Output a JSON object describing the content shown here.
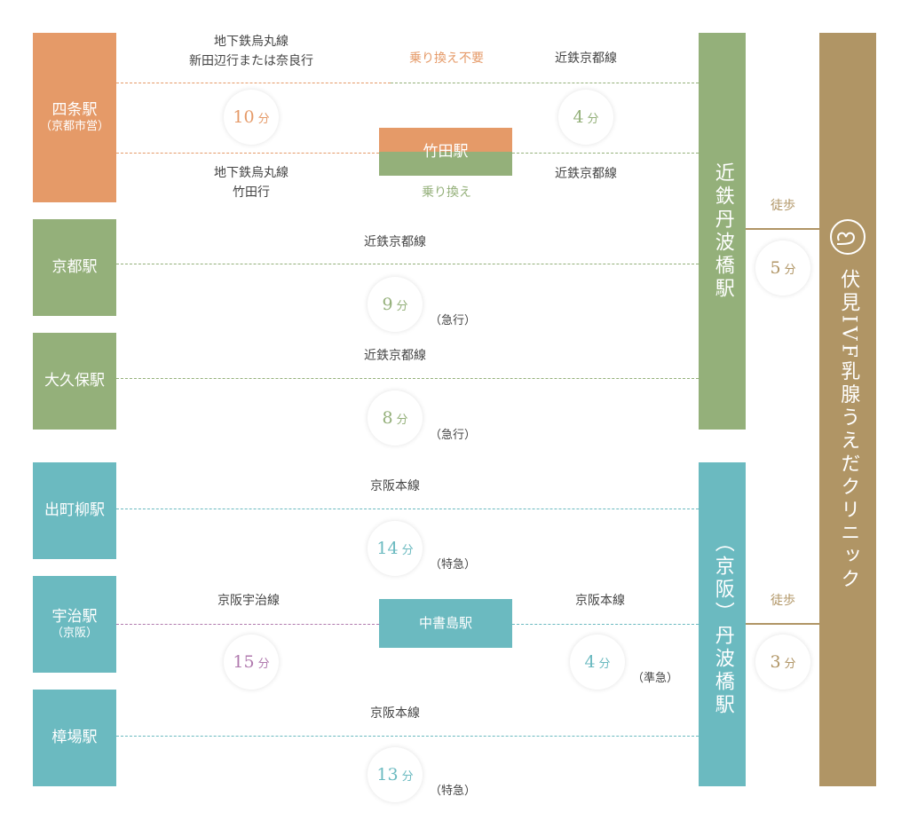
{
  "colors": {
    "subway": "#E59A68",
    "kintetsu": "#94B07A",
    "keihan": "#6BBAC0",
    "uji": "#B07AAE",
    "clinic": "#B09565"
  },
  "stations": {
    "shijo": {
      "name": "四条駅",
      "sub": "（京都市営）"
    },
    "kyoto": {
      "name": "京都駅"
    },
    "okubo": {
      "name": "大久保駅"
    },
    "demachi": {
      "name": "出町柳駅"
    },
    "uji": {
      "name": "宇治駅",
      "sub": "（京阪）"
    },
    "kobata": {
      "name": "樟場駅"
    },
    "takeda": {
      "name": "竹田駅"
    },
    "nakashojima": {
      "name": "中書島駅"
    },
    "kintetsu_tambabashi": {
      "name": "近鉄丹波橋駅"
    },
    "keihan_tambabashi": {
      "name": "（京阪）丹波橋駅"
    }
  },
  "clinic": {
    "name": "伏見IVF乳腺うえだクリニック"
  },
  "labels": {
    "subway_line": "地下鉄烏丸線",
    "shijo_top_dest": "新田辺行または奈良行",
    "no_transfer": "乗り換え不要",
    "kintetsu_kyoto": "近鉄京都線",
    "takeda_dest": "竹田行",
    "transfer": "乗り換え",
    "keihan_main": "京阪本線",
    "keihan_uji": "京阪宇治線",
    "walk": "徒歩",
    "express": "（急行）",
    "ltd_express": "（特急）",
    "semi_express": "（準急）",
    "min": "分"
  },
  "times": {
    "shijo_direct": "10",
    "takeda_kintetsu": "4",
    "kyoto": "9",
    "okubo": "8",
    "demachi": "14",
    "uji": "15",
    "nakashojima": "4",
    "kobata": "13",
    "walk_kintetsu": "5",
    "walk_keihan": "3"
  }
}
